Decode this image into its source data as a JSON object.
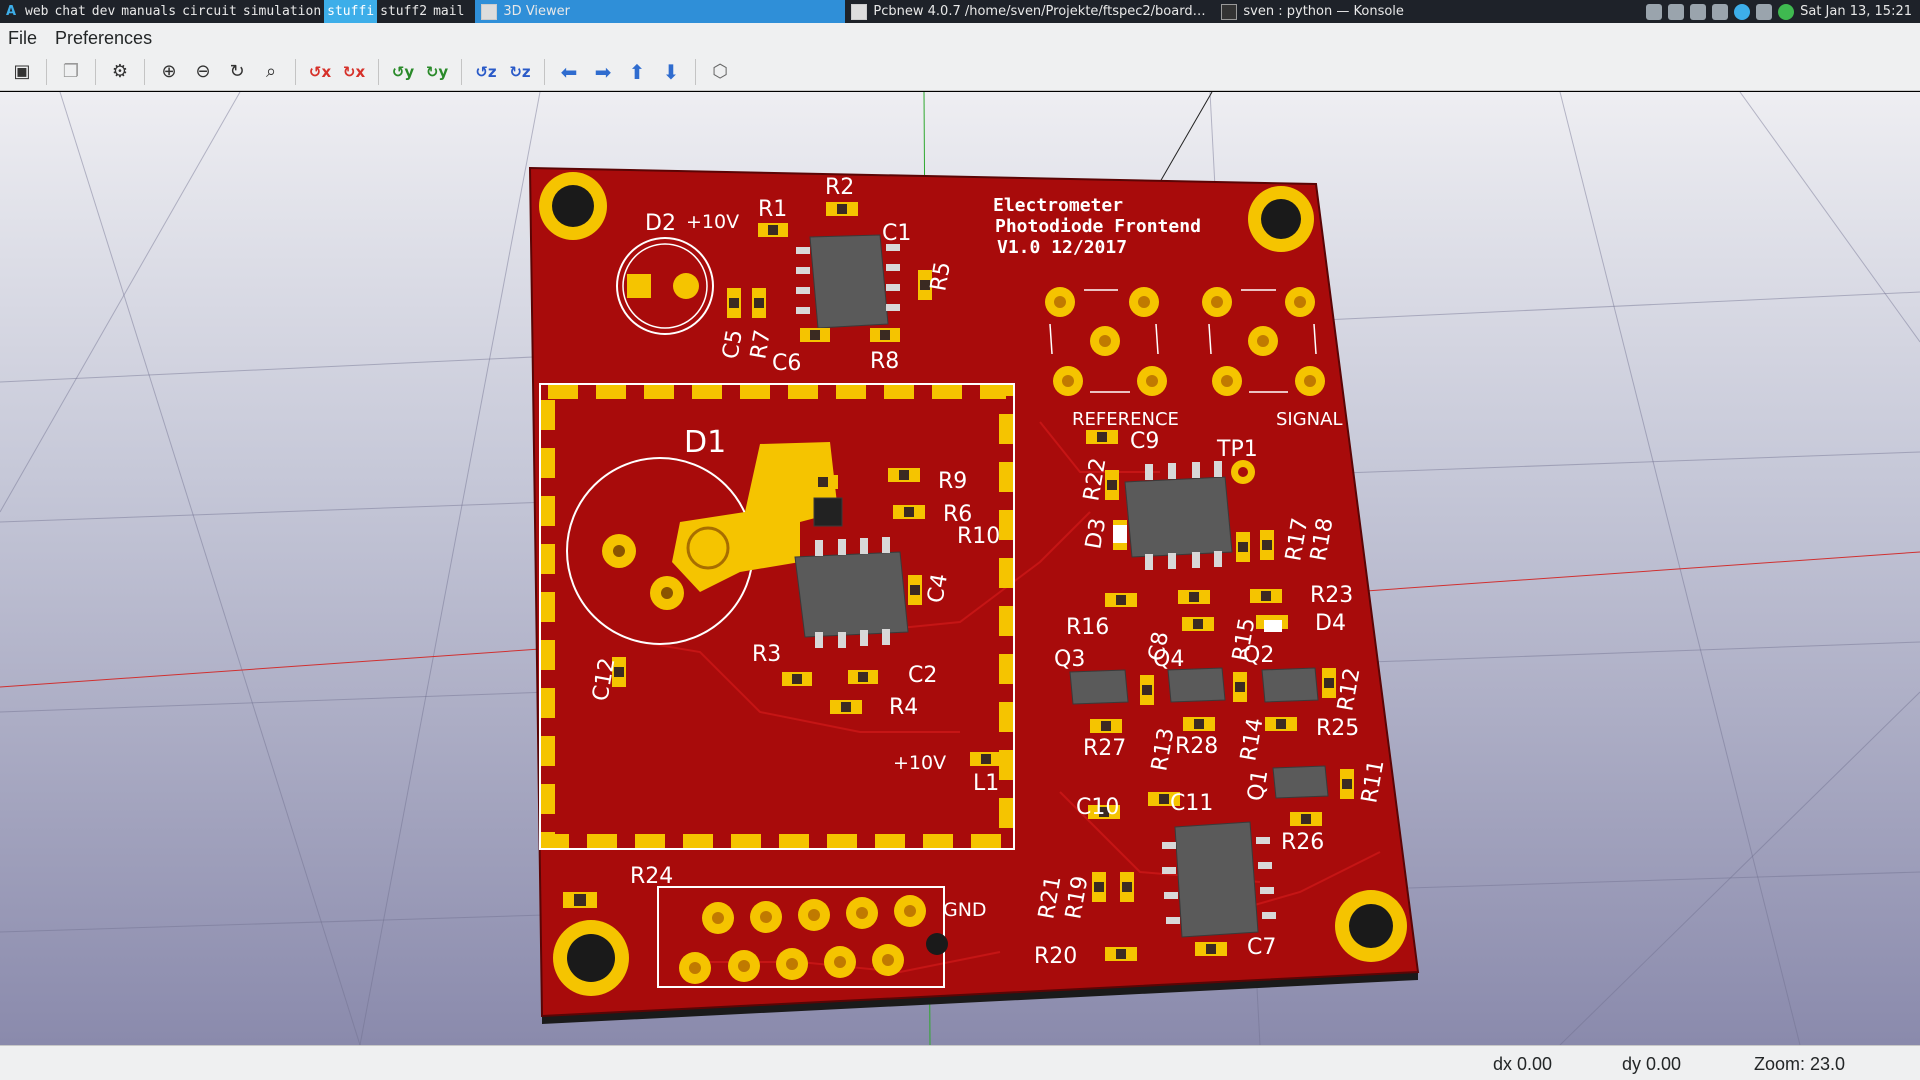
{
  "taskbar": {
    "workspaces": [
      "web",
      "chat",
      "dev",
      "manuals",
      "circuit",
      "simulation",
      "stuffi",
      "stuff2",
      "mail"
    ],
    "active_workspace": "stuffi",
    "tasks": [
      {
        "label": "3D Viewer",
        "active": true
      },
      {
        "label": "Pcbnew 4.0.7 /home/sven/Projekte/ftspec2/board…",
        "active": false
      },
      {
        "label": "sven : python — Konsole",
        "active": false
      }
    ],
    "clock": "Sat Jan 13, 15:21"
  },
  "menu": {
    "file": "File",
    "preferences": "Preferences"
  },
  "toolbar": {
    "icons": [
      "copy-to-clipboard-icon",
      "copy-icon",
      "settings-icon",
      "zoom-in-icon",
      "zoom-out-icon",
      "refresh-icon",
      "zoom-fit-icon",
      "rotate-x-ccw-icon",
      "rotate-x-cw-icon",
      "rotate-y-ccw-icon",
      "rotate-y-cw-icon",
      "rotate-z-ccw-icon",
      "rotate-z-cw-icon",
      "move-left-icon",
      "move-right-icon",
      "move-up-icon",
      "move-down-icon",
      "ortho-view-icon"
    ]
  },
  "board": {
    "title_lines": [
      "Electrometer",
      "Photodiode Frontend",
      "V1.0 12/2017"
    ],
    "labels": {
      "D1": "D1",
      "D2": "D2",
      "plus10v_a": "+10V",
      "plus10v_b": "+10V",
      "R1": "R1",
      "R2": "R2",
      "C1": "C1",
      "R5": "R5",
      "C5": "C5",
      "R7": "R7",
      "C6": "C6",
      "R8": "R8",
      "R9": "R9",
      "R6": "R6",
      "R10": "R10",
      "C4": "C4",
      "R3": "R3",
      "C2": "C2",
      "R4": "R4",
      "C12": "C12",
      "L1": "L1",
      "REFERENCE": "REFERENCE",
      "SIGNAL": "SIGNAL",
      "C9": "C9",
      "TP1": "TP1",
      "R22": "R22",
      "D3": "D3",
      "R17": "R17",
      "R18": "R18",
      "R16": "R16",
      "C8": "C8",
      "R15": "R15",
      "R23": "R23",
      "D4": "D4",
      "Q3": "Q3",
      "Q4": "Q4",
      "Q2": "Q2",
      "R12": "R12",
      "R27": "R27",
      "R13": "R13",
      "R28": "R28",
      "R14": "R14",
      "R25": "R25",
      "Q1": "Q1",
      "R11": "R11",
      "C10": "C10",
      "C11": "C11",
      "R26": "R26",
      "R21": "R21",
      "R19": "R19",
      "R20": "R20",
      "C7": "C7",
      "R24": "R24",
      "GND": "GND"
    }
  },
  "status": {
    "dx": "dx 0.00",
    "dy": "dy 0.00",
    "zoom": "Zoom: 23.0"
  },
  "colors": {
    "pcb_red": "#a80b0b",
    "pad_gold": "#f5c400",
    "silk": "#ffffff",
    "accent": "#3daee9"
  }
}
